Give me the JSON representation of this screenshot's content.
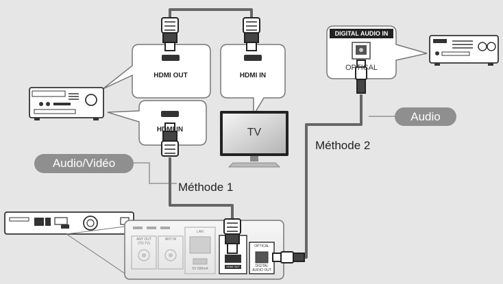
{
  "bubbles": {
    "hdmi_out": "HDMI OUT",
    "hdmi_in_tv": "HDMI IN",
    "hdmi_in_receiver": "HDMI IN",
    "digital_audio_in": "DIGITAL AUDIO IN",
    "optical": "OPTICAL"
  },
  "tv_label": "TV",
  "callouts": {
    "audio_video": "Audio/Vidéo",
    "audio": "Audio"
  },
  "methods": {
    "method1": "Méthode 1",
    "method2": "Méthode 2"
  },
  "panel": {
    "ant_out": "ANT OUT\n(TO TV)",
    "ant_in": "ANT IN",
    "lan": "LAN",
    "usb": "5V 500mA",
    "hdmi_out": "HDMI OUT",
    "digital_out_top": "OPTICAL",
    "digital_out": "DIGITAL\nAUDIO OUT"
  },
  "colors": {
    "background": "#e6e6e6",
    "cable": "#666666",
    "callout": "#8f8f8f"
  }
}
